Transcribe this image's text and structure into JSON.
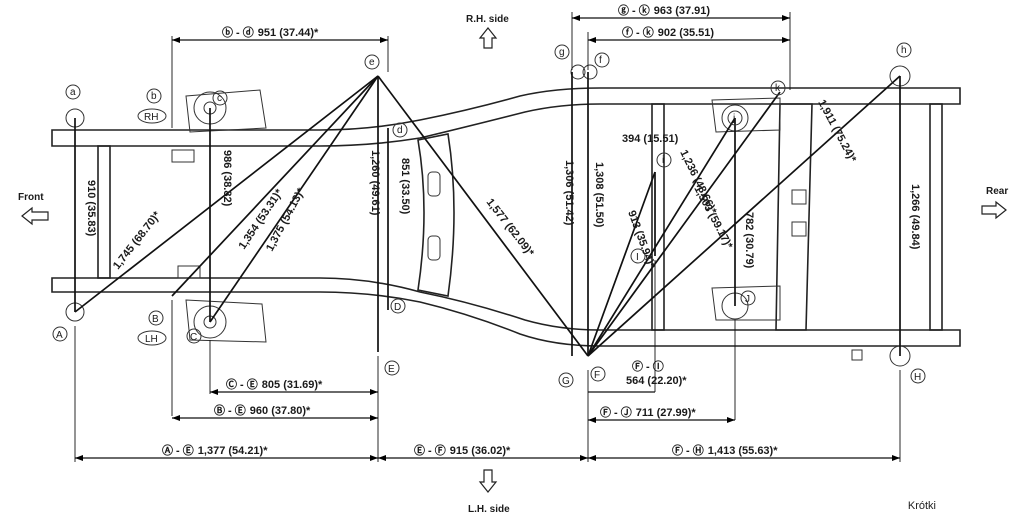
{
  "sides": {
    "rh_side": "R.H. side",
    "lh_side": "L.H. side",
    "front": "Front",
    "rear": "Rear"
  },
  "caption": "Krótki",
  "side_tags": {
    "rh": "RH",
    "lh": "LH"
  },
  "point_letters": {
    "a": "a",
    "b": "b",
    "c": "c",
    "d": "d",
    "e": "e",
    "f": "f",
    "g": "g",
    "h": "h",
    "i": "i",
    "j": "j",
    "k": "k",
    "A": "A",
    "B": "B",
    "C": "C",
    "D": "D",
    "E": "E",
    "F": "F",
    "G": "G",
    "H": "H",
    "I": "I",
    "J": "J"
  },
  "horizontal_dims": [
    {
      "id": "g-k",
      "points": "ⓖ - ⓚ",
      "value": "963 (37.91)"
    },
    {
      "id": "f-k",
      "points": "ⓕ - ⓚ",
      "value": "902 (35.51)"
    },
    {
      "id": "b-d",
      "points": "ⓑ - ⓓ",
      "value": "951 (37.44)*"
    },
    {
      "id": "C-E",
      "points": "Ⓒ - Ⓔ",
      "value": "805 (31.69)*"
    },
    {
      "id": "B-E",
      "points": "Ⓑ - Ⓔ",
      "value": "960 (37.80)*"
    },
    {
      "id": "A-E",
      "points": "Ⓐ - Ⓔ",
      "value": "1,377 (54.21)*"
    },
    {
      "id": "E-F",
      "points": "Ⓔ - Ⓕ",
      "value": "915 (36.02)*"
    },
    {
      "id": "F-H",
      "points": "Ⓕ - Ⓗ",
      "value": "1,413 (55.63)*"
    },
    {
      "id": "F-J",
      "points": "Ⓕ - Ⓙ",
      "value": "711 (27.99)*"
    },
    {
      "id": "F-I",
      "points": "Ⓕ - Ⓘ",
      "value": "564 (22.20)*"
    }
  ],
  "vertical_dims": [
    {
      "id": "a-A",
      "value": "910 (35.83)"
    },
    {
      "id": "c-C",
      "value": "986 (38.82)"
    },
    {
      "id": "e-E",
      "value": "1,260 (49.61)"
    },
    {
      "id": "d-D",
      "value": "851 (33.50)"
    },
    {
      "id": "g-G",
      "value": "1,306 (51.42)"
    },
    {
      "id": "f-F",
      "value": "1,308 (51.50)"
    },
    {
      "id": "j-J",
      "value": "782 (30.79)"
    },
    {
      "id": "h-H",
      "value": "1,266 (49.84)"
    },
    {
      "id": "i-F",
      "value": "394 (15.51)"
    }
  ],
  "diagonal_dims": [
    {
      "id": "e-A",
      "value": "1,745 (68.70)*"
    },
    {
      "id": "e-C",
      "value": "1,354 (53.31)*"
    },
    {
      "id": "e-B",
      "value": "1,375 (54.13)*"
    },
    {
      "id": "e-F",
      "value": "1,577 (62.09)*"
    },
    {
      "id": "k-F",
      "value": "1,503 (59.17)*"
    },
    {
      "id": "h-F",
      "value": "1,911 (75.24)*"
    },
    {
      "id": "j-F",
      "value": "1,236 (48.66)*"
    },
    {
      "id": "i-F2",
      "value": "913 (35.94)*"
    }
  ]
}
